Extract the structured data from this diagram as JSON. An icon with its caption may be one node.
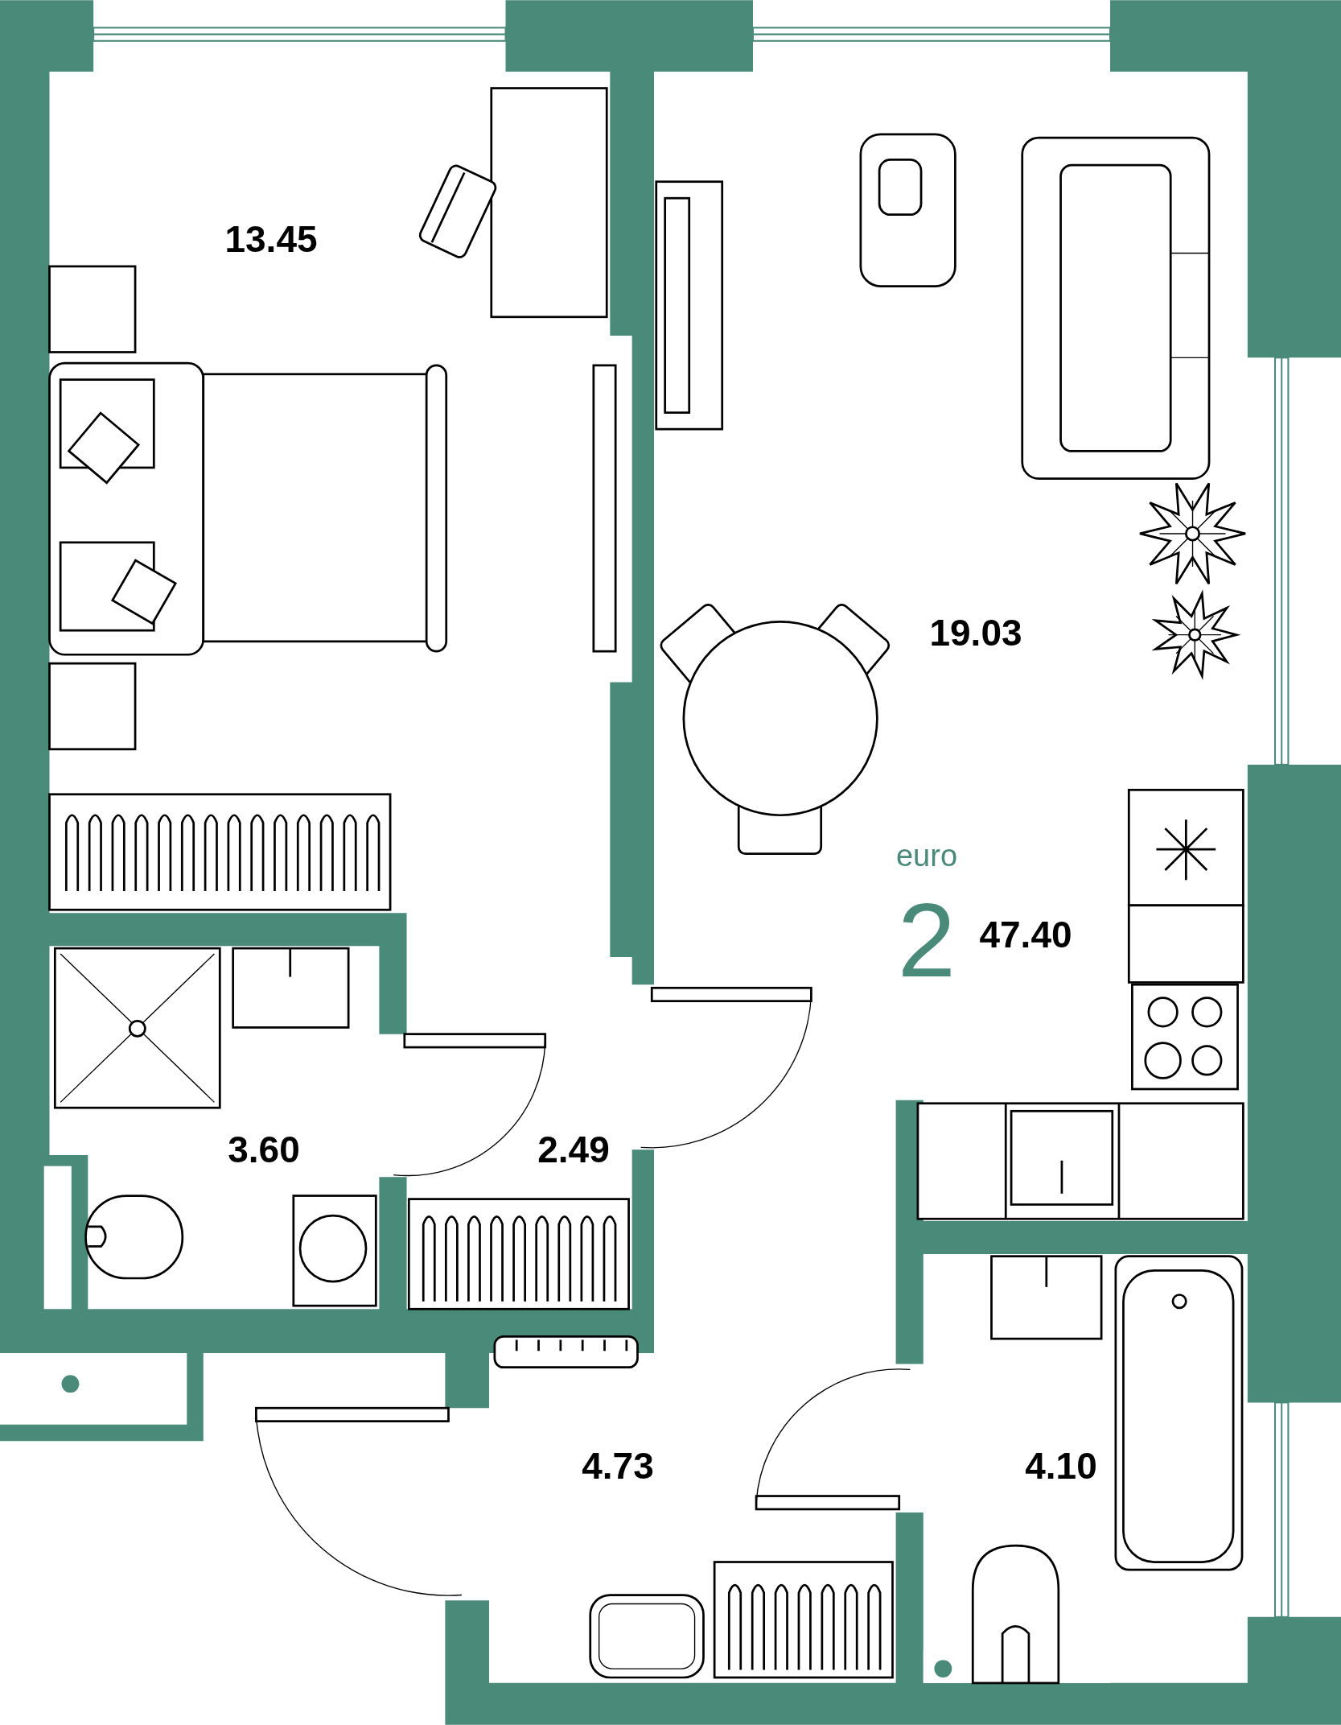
{
  "diagram": {
    "labels": [
      "13.45",
      "19.03",
      "euro",
      "2",
      "47.40",
      "3.60",
      "2.49",
      "4.73",
      "4.10"
    ]
  }
}
